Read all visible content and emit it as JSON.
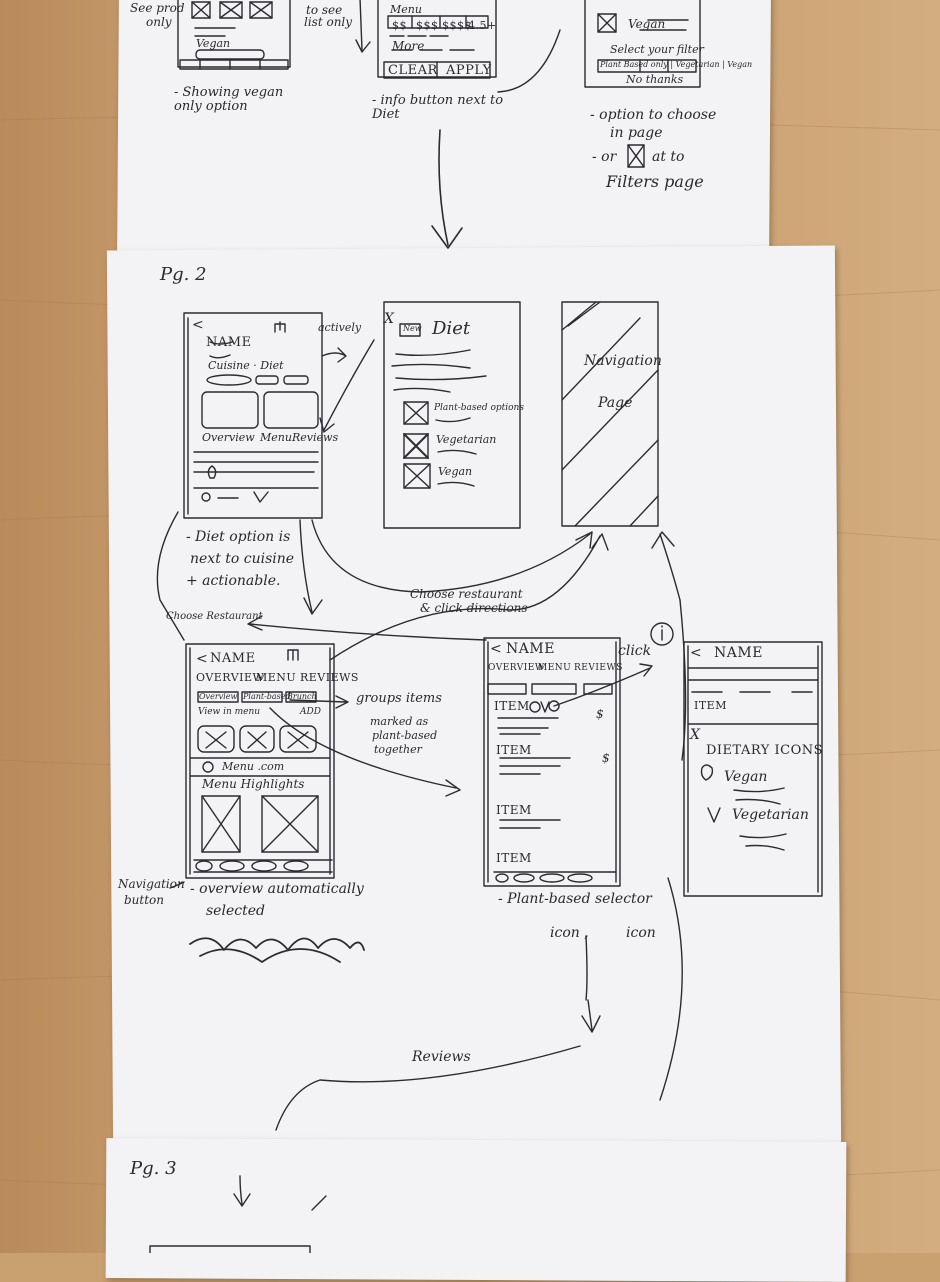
{
  "page1": {
    "notes": {
      "top_left_fragment_1": "See prod",
      "top_left_fragment_2": "only",
      "top_mid_fragment_1": "to see",
      "top_mid_fragment_2": "list only",
      "phone_a_vegan": "Vegan",
      "phone_b_menu_row": "Menu",
      "phone_b_prices": [
        "$$",
        "$$$",
        "$$$$",
        "4.5+"
      ],
      "phone_b_more": "More",
      "phone_b_clear": "CLEAR",
      "phone_b_apply": "APPLY",
      "phone_c_vegan": "Vegan",
      "phone_c_select": "Select your filter",
      "phone_c_options": "Plant Based only | Vegetarian | Vegan",
      "phone_c_nothanks": "No thanks",
      "caption_a": "- Showing vegan only option",
      "caption_b": "- info button next to Diet",
      "caption_c1": "- option to choose",
      "caption_c2": "in page",
      "caption_c3": "- or",
      "caption_c4": "at to",
      "caption_c5": "Filters page"
    }
  },
  "page2": {
    "page_label": "Pg. 2",
    "restaurant_screen": {
      "back": "<",
      "name": "NAME",
      "cuisine": "Cuisine · Diet",
      "tabs": [
        "Overview",
        "Menu",
        "Reviews"
      ],
      "side_note": "actively"
    },
    "diet_screen": {
      "close": "X",
      "icon": "New",
      "title": "Diet",
      "options": [
        "Plant-based options",
        "Vegetarian",
        "Vegan"
      ]
    },
    "nav_screen": {
      "line1": "Navigation",
      "line2": "Page"
    },
    "caption_diet": [
      "- Diet option is",
      "next to cuisine",
      "+ actionable."
    ],
    "choose_label": [
      "Choose restaurant",
      "& click directions"
    ],
    "menu_screen": {
      "back": "<",
      "name": "NAME",
      "tabs": [
        "OVERVIEW",
        "MENU",
        "REVIEWS"
      ],
      "chips": [
        "Overview",
        "Plant-based",
        "Brunch"
      ],
      "row_left": "View in menu",
      "row_right": "ADD",
      "menu_link": "Menu  .com",
      "highlights": "Menu Highlights",
      "choose_restaurant": "Choose Restaurant"
    },
    "groups_note": [
      "groups items",
      "marked as",
      "plant-based",
      "together"
    ],
    "nav_caption": [
      "Navigation",
      "button"
    ],
    "overview_caption": [
      "- overview   automatically",
      "selected"
    ],
    "item_screen": {
      "back": "<",
      "name": "NAME",
      "tabs": [
        "OVERVIEW",
        "MENU",
        "REVIEWS"
      ],
      "items": [
        "ITEM",
        "ITEM",
        "ITEM",
        "ITEM"
      ],
      "price": "$"
    },
    "click_label": "click",
    "icons_screen": {
      "back": "<",
      "name": "NAME",
      "item": "ITEM",
      "close": "X",
      "title": "DIETARY ICONS",
      "entries": [
        "Vegan",
        "Vegetarian"
      ]
    },
    "plant_caption": [
      "- Plant-based selector",
      "icon ,",
      "icon"
    ],
    "reviews_label": "Reviews"
  },
  "page3": {
    "page_label": "Pg. 3"
  }
}
